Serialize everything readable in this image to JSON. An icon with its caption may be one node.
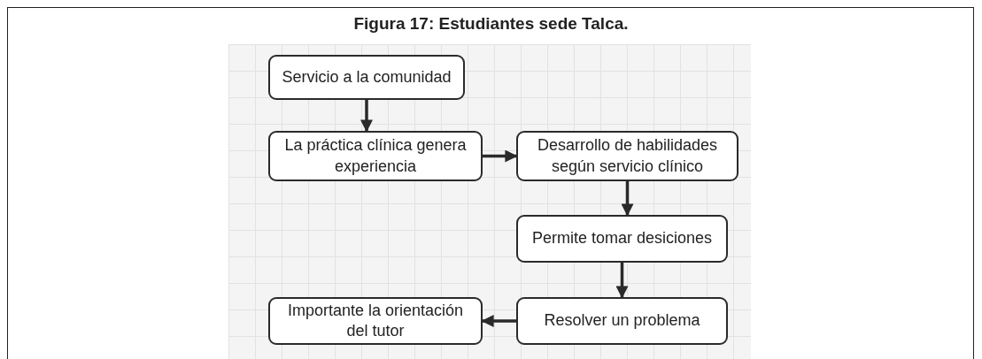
{
  "diagram": {
    "title": "Figura 17: Estudiantes sede Talca.",
    "nodes": [
      {
        "text": [
          "Servicio a la comunidad"
        ]
      },
      {
        "text": [
          "La práctica clínica genera experiencia"
        ]
      },
      {
        "text": [
          "Desarrollo de habilidades según servicio clínico"
        ]
      },
      {
        "text": [
          "Permite tomar desiciones"
        ]
      },
      {
        "text": [
          "Resolver un problema"
        ]
      },
      {
        "text": [
          "Importante la orientación del tutor"
        ]
      }
    ],
    "edges": [
      {
        "from": 0,
        "to": 1,
        "arrow": "to"
      },
      {
        "from": 1,
        "to": 2,
        "arrow": "to"
      },
      {
        "from": 2,
        "to": 3,
        "arrow": "to"
      },
      {
        "from": 3,
        "to": 4,
        "arrow": "to"
      },
      {
        "from": 4,
        "to": 5,
        "arrow": "to"
      }
    ]
  }
}
